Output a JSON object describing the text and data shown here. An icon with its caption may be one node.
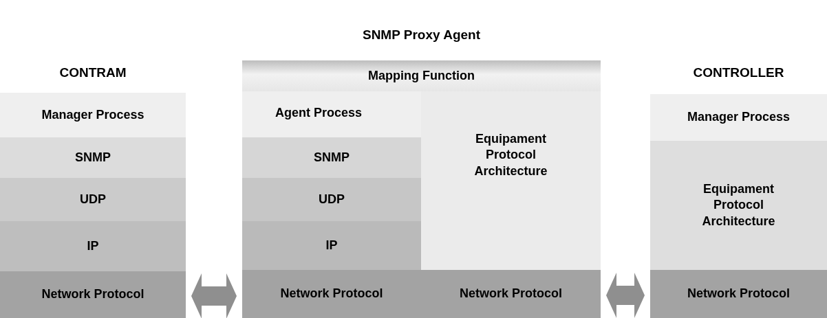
{
  "diagram": {
    "nodes": [
      {
        "text": [
          "CONTRAM"
        ]
      },
      {
        "text": [
          "Manager Process"
        ],
        "in": 0
      },
      {
        "text": [
          "SNMP"
        ],
        "in": 0
      },
      {
        "text": [
          "UDP"
        ],
        "in": 0
      },
      {
        "text": [
          "IP"
        ],
        "in": 0
      },
      {
        "text": [
          "Network Protocol"
        ],
        "in": 0
      },
      {
        "text": [
          "SNMP Proxy Agent"
        ]
      },
      {
        "text": [
          "Mapping Function"
        ],
        "in": 6
      },
      {
        "text": [
          "Agent Process"
        ],
        "in": 6
      },
      {
        "text": [
          "SNMP"
        ],
        "in": 6
      },
      {
        "text": [
          "UDP"
        ],
        "in": 6
      },
      {
        "text": [
          "IP"
        ],
        "in": 6
      },
      {
        "text": [
          "Equipament Protocol Architecture"
        ],
        "in": 6
      },
      {
        "text": [
          "Network Protocol"
        ],
        "in": 6
      },
      {
        "text": [
          "Network Protocol"
        ],
        "in": 6
      },
      {
        "text": [
          "CONTROLLER"
        ]
      },
      {
        "text": [
          "Manager Process"
        ],
        "in": 15
      },
      {
        "text": [
          "Equipament Protocol Architecture"
        ],
        "in": 15
      },
      {
        "text": [
          "Network Protocol"
        ],
        "in": 15
      }
    ],
    "edges": [
      {
        "from": 5,
        "to": 13,
        "arrow": "both"
      },
      {
        "from": 14,
        "to": 18,
        "arrow": "both"
      }
    ]
  }
}
